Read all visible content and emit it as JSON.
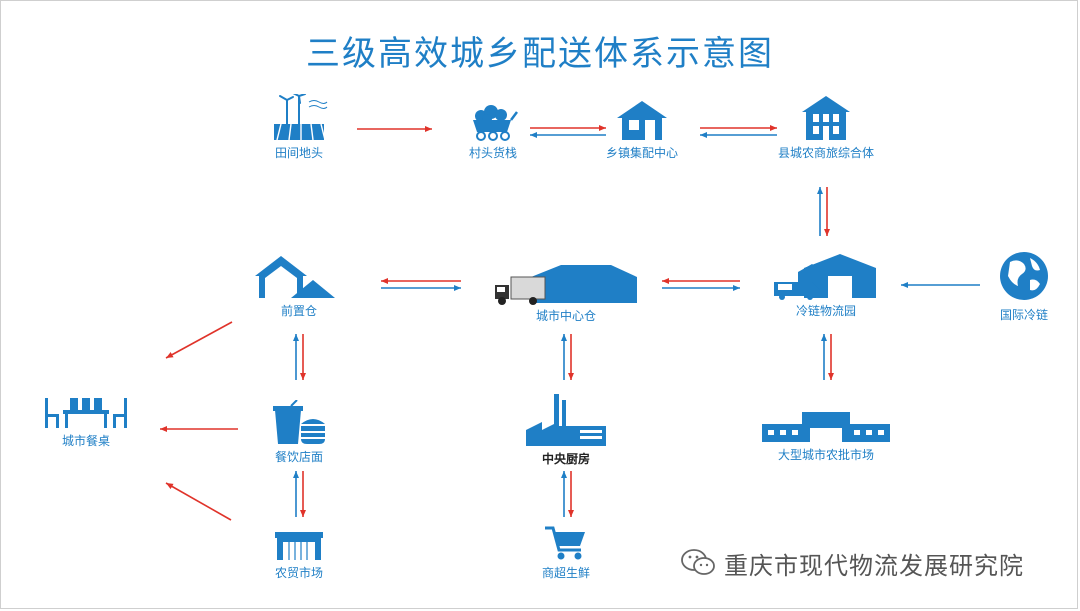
{
  "title": "三级高效城乡配送体系示意图",
  "colors": {
    "blue": "#1f7fc6",
    "red": "#e0332a",
    "label": "#1f7fc6"
  },
  "nodes": {
    "field": "田间地头",
    "village_stall": "村头货栈",
    "town_center": "乡镇集配中心",
    "county_complex": "县城农商旅综合体",
    "front_warehouse": "前置仓",
    "city_center_warehouse": "城市中心仓",
    "cold_chain_park": "冷链物流园",
    "international_cold_chain": "国际冷链",
    "city_table": "城市餐桌",
    "restaurant": "餐饮店面",
    "central_kitchen": "中央厨房",
    "wholesale_market": "大型城市农批市场",
    "farmers_market": "农贸市场",
    "supermarket": "商超生鲜"
  },
  "watermark": {
    "text": "重庆市现代物流发展研究院",
    "icon": "wechat-icon"
  }
}
